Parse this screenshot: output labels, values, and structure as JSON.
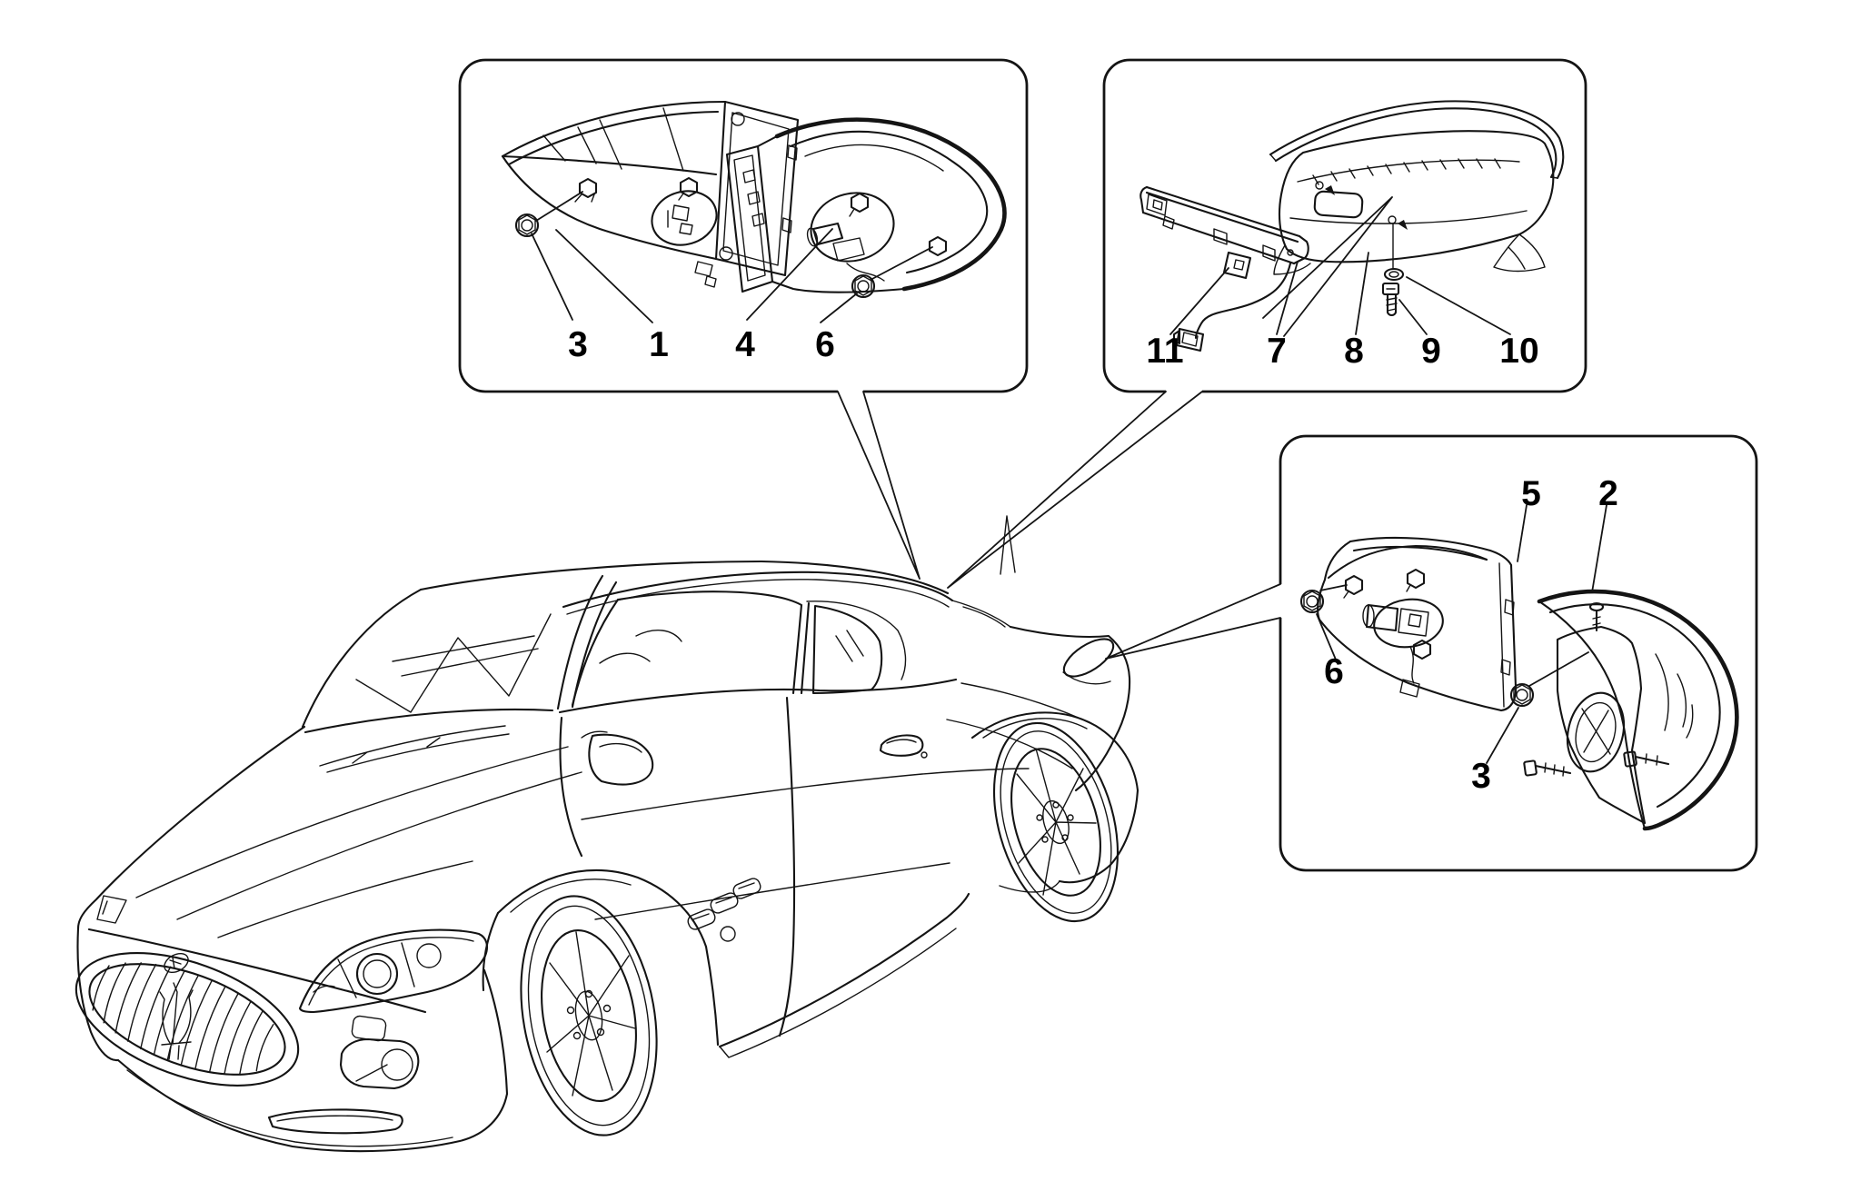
{
  "diagram": {
    "type": "exploded-parts-diagram",
    "subject": "sports coupe taillight clusters and third stop light",
    "background_color": "#ffffff",
    "line_color": "#141414",
    "callout_boxes": [
      {
        "id": "box-taillights-left",
        "parts": [
          {
            "label": "3"
          },
          {
            "label": "1"
          },
          {
            "label": "4"
          },
          {
            "label": "6"
          }
        ]
      },
      {
        "id": "box-third-stop-light-shelf",
        "parts": [
          {
            "label": "11"
          },
          {
            "label": "7"
          },
          {
            "label": "8"
          },
          {
            "label": "9"
          },
          {
            "label": "10"
          }
        ]
      },
      {
        "id": "box-taillights-right",
        "parts": [
          {
            "label": "5"
          },
          {
            "label": "2"
          },
          {
            "label": "6"
          },
          {
            "label": "3"
          }
        ]
      }
    ]
  }
}
